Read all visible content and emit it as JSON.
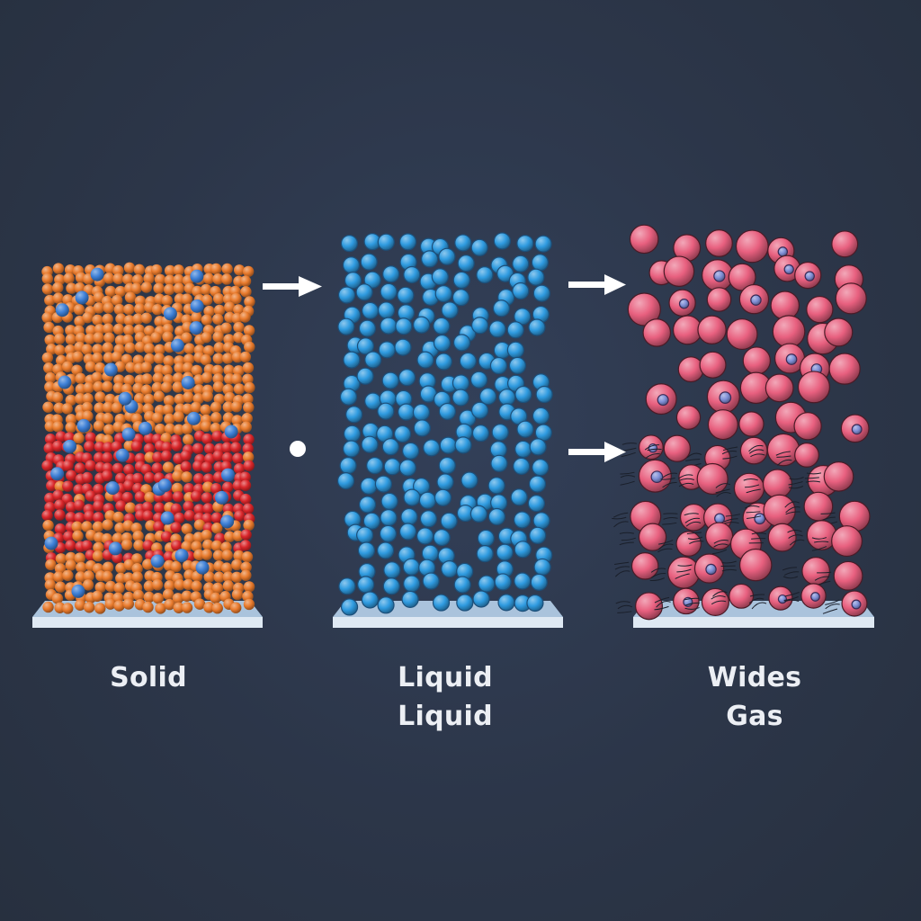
{
  "diagram": {
    "background": "#2c3649",
    "panels": [
      {
        "id": "solid",
        "label_lines": [
          "Solid"
        ],
        "particle_colors": {
          "primary": "#e87a2c",
          "secondary": "#d9262a",
          "accent": "#3d7fd6"
        },
        "description": "densely packed orange and red particles with scattered blue particles"
      },
      {
        "id": "liquid",
        "label_lines": [
          "Liquid",
          "Liquid"
        ],
        "particle_colors": {
          "primary": "#2f9be0"
        },
        "description": "loosely packed blue particles"
      },
      {
        "id": "gas",
        "label_lines": [
          "Wides",
          "Gas"
        ],
        "particle_colors": {
          "primary": "#e8607f",
          "accent": "#7f8fd6"
        },
        "description": "large pink particles with motion lines"
      }
    ],
    "arrows": [
      {
        "id": "arrow-solid-to-liquid",
        "direction": "right"
      },
      {
        "id": "arrow-liquid-to-gas-top",
        "direction": "right"
      },
      {
        "id": "arrow-liquid-to-gas-bottom",
        "direction": "right"
      }
    ],
    "markers": [
      {
        "id": "dot-marker",
        "shape": "circle"
      }
    ]
  }
}
